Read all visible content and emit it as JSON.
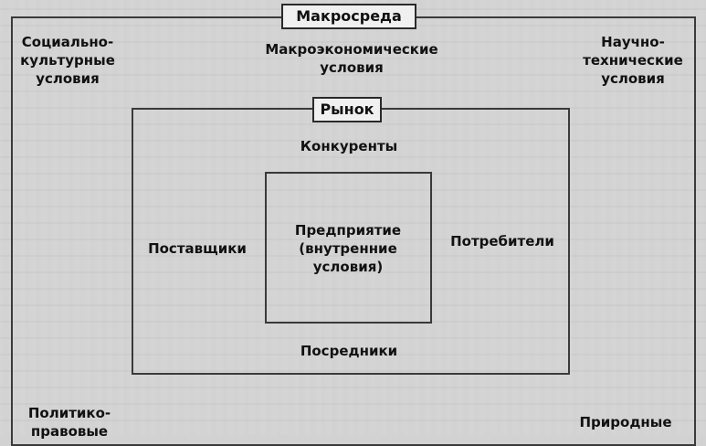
{
  "diagram": {
    "macro_env_title": "Макросреда",
    "social_cultural": "Социально-\nкультурные\nусловия",
    "macroeconomic": "Макроэкономические\nусловия",
    "scientific_technical": "Научно-\nтехнические\nусловия",
    "market_title": "Рынок",
    "competitors": "Конкуренты",
    "suppliers": "Поставщики",
    "enterprise": "Предприятие\n(внутренние\nусловия)",
    "consumers": "Потребители",
    "intermediaries": "Посредники",
    "political_legal": "Политико-\nправовые",
    "natural": "Природные"
  },
  "colors": {
    "background": "#d2d2d2",
    "line": "#3a3a3a",
    "label_box_fill": "#f0f0f0",
    "text": "#111111"
  }
}
